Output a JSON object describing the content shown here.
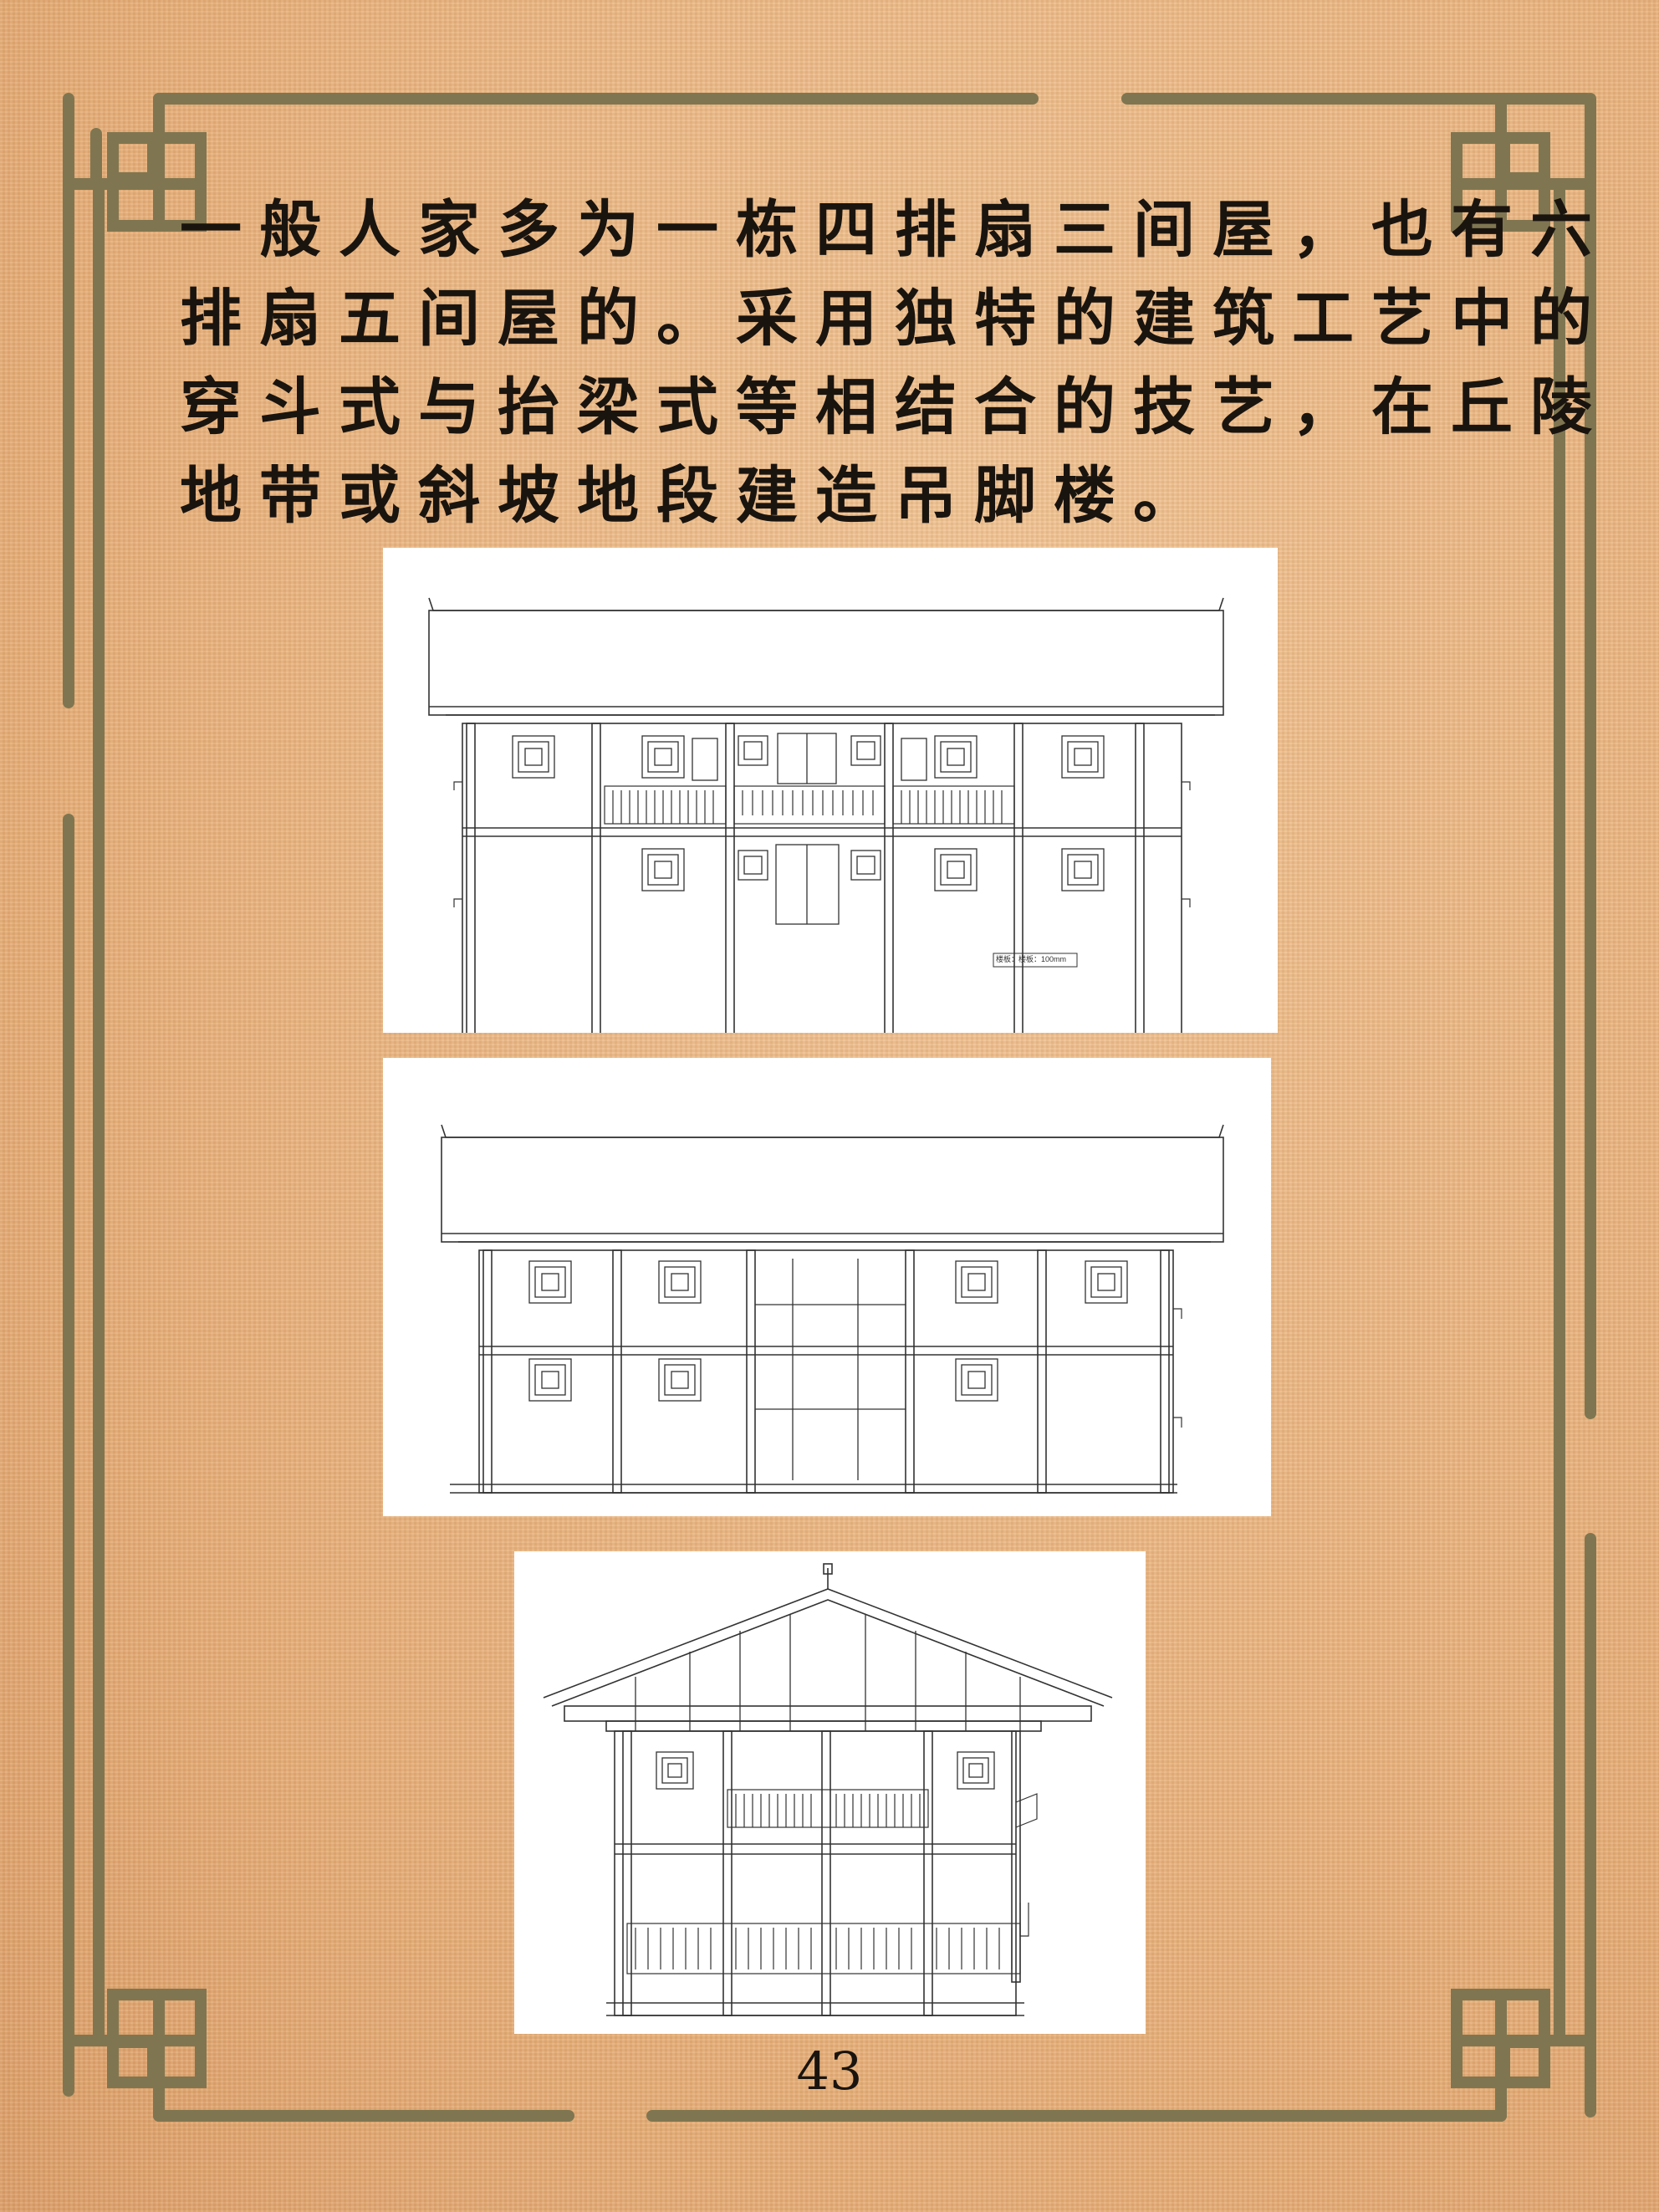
{
  "text_lines": [
    "一般人家多为一栋四排扇三间屋，也有六",
    "排扇五间屋的。采用独特的建筑工艺中的",
    "穿斗式与抬梁式等相结合的技艺，在丘陵",
    "地带或斜坡地段建造吊脚楼。"
  ],
  "drawings": [
    {
      "name": "front-elevation",
      "label": "楼板：楼板：100mm"
    },
    {
      "name": "rear-elevation"
    },
    {
      "name": "side-elevation"
    }
  ],
  "colors": {
    "frame": "#7f7651",
    "ink": "#1a140f",
    "paper": "#e9b47f"
  },
  "page_number": "43"
}
